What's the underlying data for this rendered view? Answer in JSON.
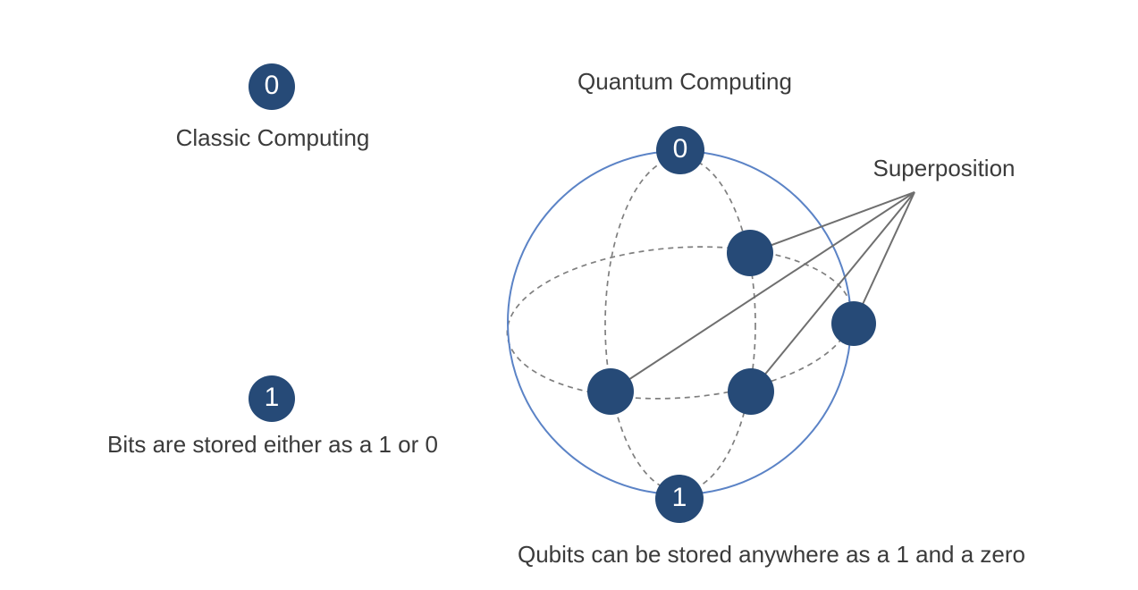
{
  "classic": {
    "badge_zero": "0",
    "badge_one": "1",
    "title": "Classic Computing",
    "caption": "Bits are stored either as a 1 or 0"
  },
  "quantum": {
    "title": "Quantum Computing",
    "sphere_top_label": "0",
    "sphere_bottom_label": "1",
    "superposition_label": "Superposition",
    "caption": "Qubits can be stored anywhere as a 1 and a zero"
  },
  "colors": {
    "background": "#ffffff",
    "node_fill": "#264a77",
    "node_text": "#ffffff",
    "sphere_outline": "#5b83c6",
    "dashed_gridline": "#7f7f7f",
    "pointer_line": "#6f6f6f",
    "text": "#3b3b3b"
  }
}
